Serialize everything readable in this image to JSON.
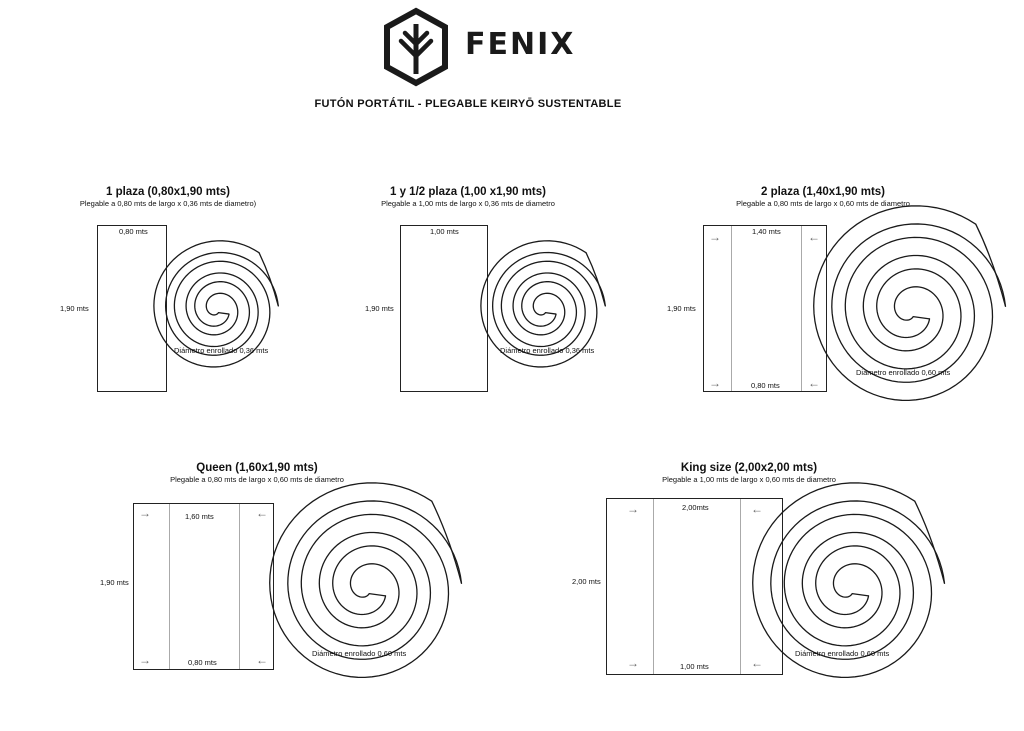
{
  "brand": {
    "name": "FENIX",
    "logo_icon": "fenix-tree-hexagon-logo"
  },
  "title": "FUTÓN PORTÁTIL - PLEGABLE KEIRYŌ SUSTENTABLE",
  "diameter_label": "Diámetro enrollado",
  "arrow_glyph_right": "→",
  "arrow_glyph_left": "←",
  "sizes": [
    {
      "title": "1 plaza (0,80x1,90 mts)",
      "subtitle": "Plegable a 0,80 mts de largo x 0,36 mts de diametro)",
      "width_label": "0,80 mts",
      "height_label": "1,90 mts",
      "diameter": "Diámetro enrollado 0,36 mts"
    },
    {
      "title": "1 y 1/2 plaza (1,00 x1,90 mts)",
      "subtitle": "Plegable a 1,00 mts de largo x 0,36 mts de diametro",
      "width_label": "1,00 mts",
      "height_label": "1,90 mts",
      "diameter": "Diámetro enrollado 0,36 mts"
    },
    {
      "title": "2 plaza (1,40x1,90 mts)",
      "subtitle": "Plegable a 0,80 mts de largo x 0,60 mts de diametro",
      "width_label": "1,40 mts",
      "height_label": "1,90 mts",
      "fold_label": "0,80 mts",
      "diameter": "Diámetro enrollado 0,60 mts"
    },
    {
      "title": "Queen (1,60x1,90 mts)",
      "subtitle": "Plegable a 0,80 mts de largo x 0,60 mts de diametro",
      "width_label": "1,60 mts",
      "height_label": "1,90 mts",
      "fold_label": "0,80 mts",
      "diameter": "Diámetro enrollado 0,60 mts"
    },
    {
      "title": "King size (2,00x2,00 mts)",
      "subtitle": "Plegable a 1,00 mts de largo x 0,60 mts de diametro",
      "width_label": "2,00mts",
      "height_label": "2,00 mts",
      "fold_label": "1,00 mts",
      "diameter": "Diámetro enrollado 0,60 mts"
    }
  ]
}
